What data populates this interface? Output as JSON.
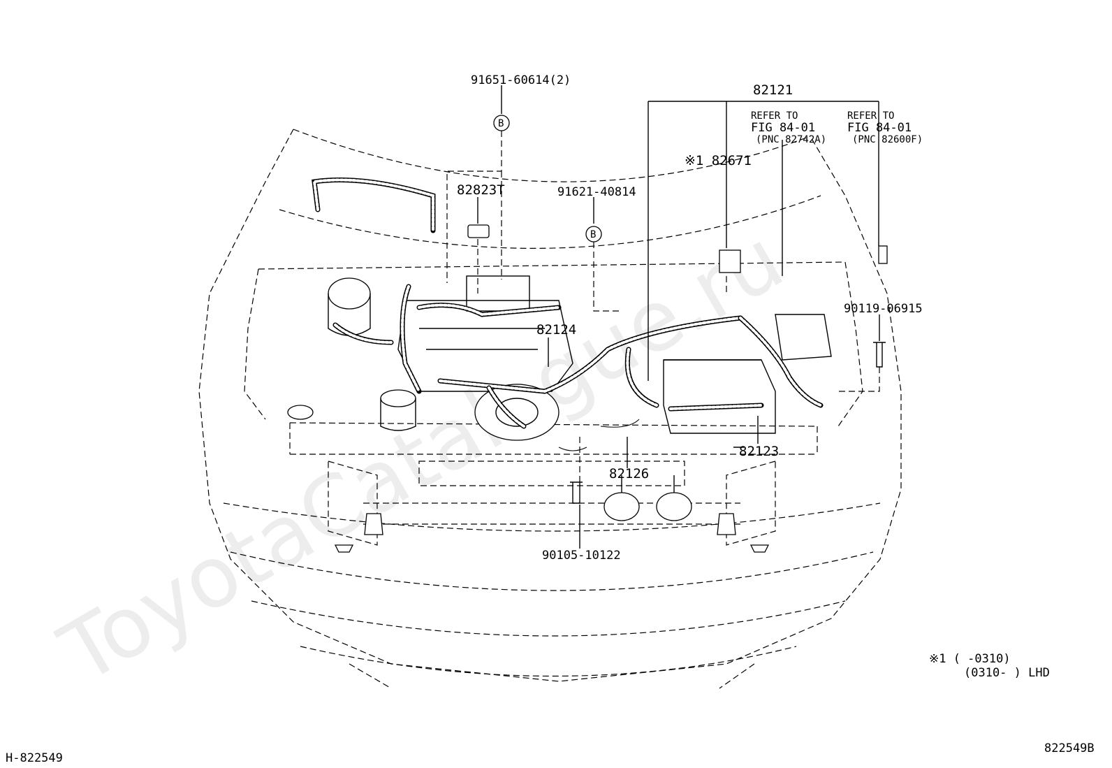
{
  "watermark": "ToyotaCatalogue.ru",
  "labels": {
    "p91651": "91651-60614(2)",
    "p82823T": "82823T",
    "p91621": "91621-40814",
    "p82121": "82121",
    "refer_a_1": "REFER TO",
    "refer_a_2": "FIG 84-01",
    "refer_a_3": "(PNC 82742A)",
    "refer_b_1": "REFER TO",
    "refer_b_2": "FIG 84-01",
    "refer_b_3": "(PNC 82600F)",
    "p82671": "※1 82671",
    "p90119": "90119-06915",
    "p82124": "82124",
    "p82123": "82123",
    "p82126": "82126",
    "p90105": "90105-10122",
    "circle_b": "B",
    "note_line1": "※1 (     -0310)",
    "note_line2": "(0310-     ) LHD",
    "bottom_left": "H-822549",
    "bottom_right": "822549B"
  }
}
